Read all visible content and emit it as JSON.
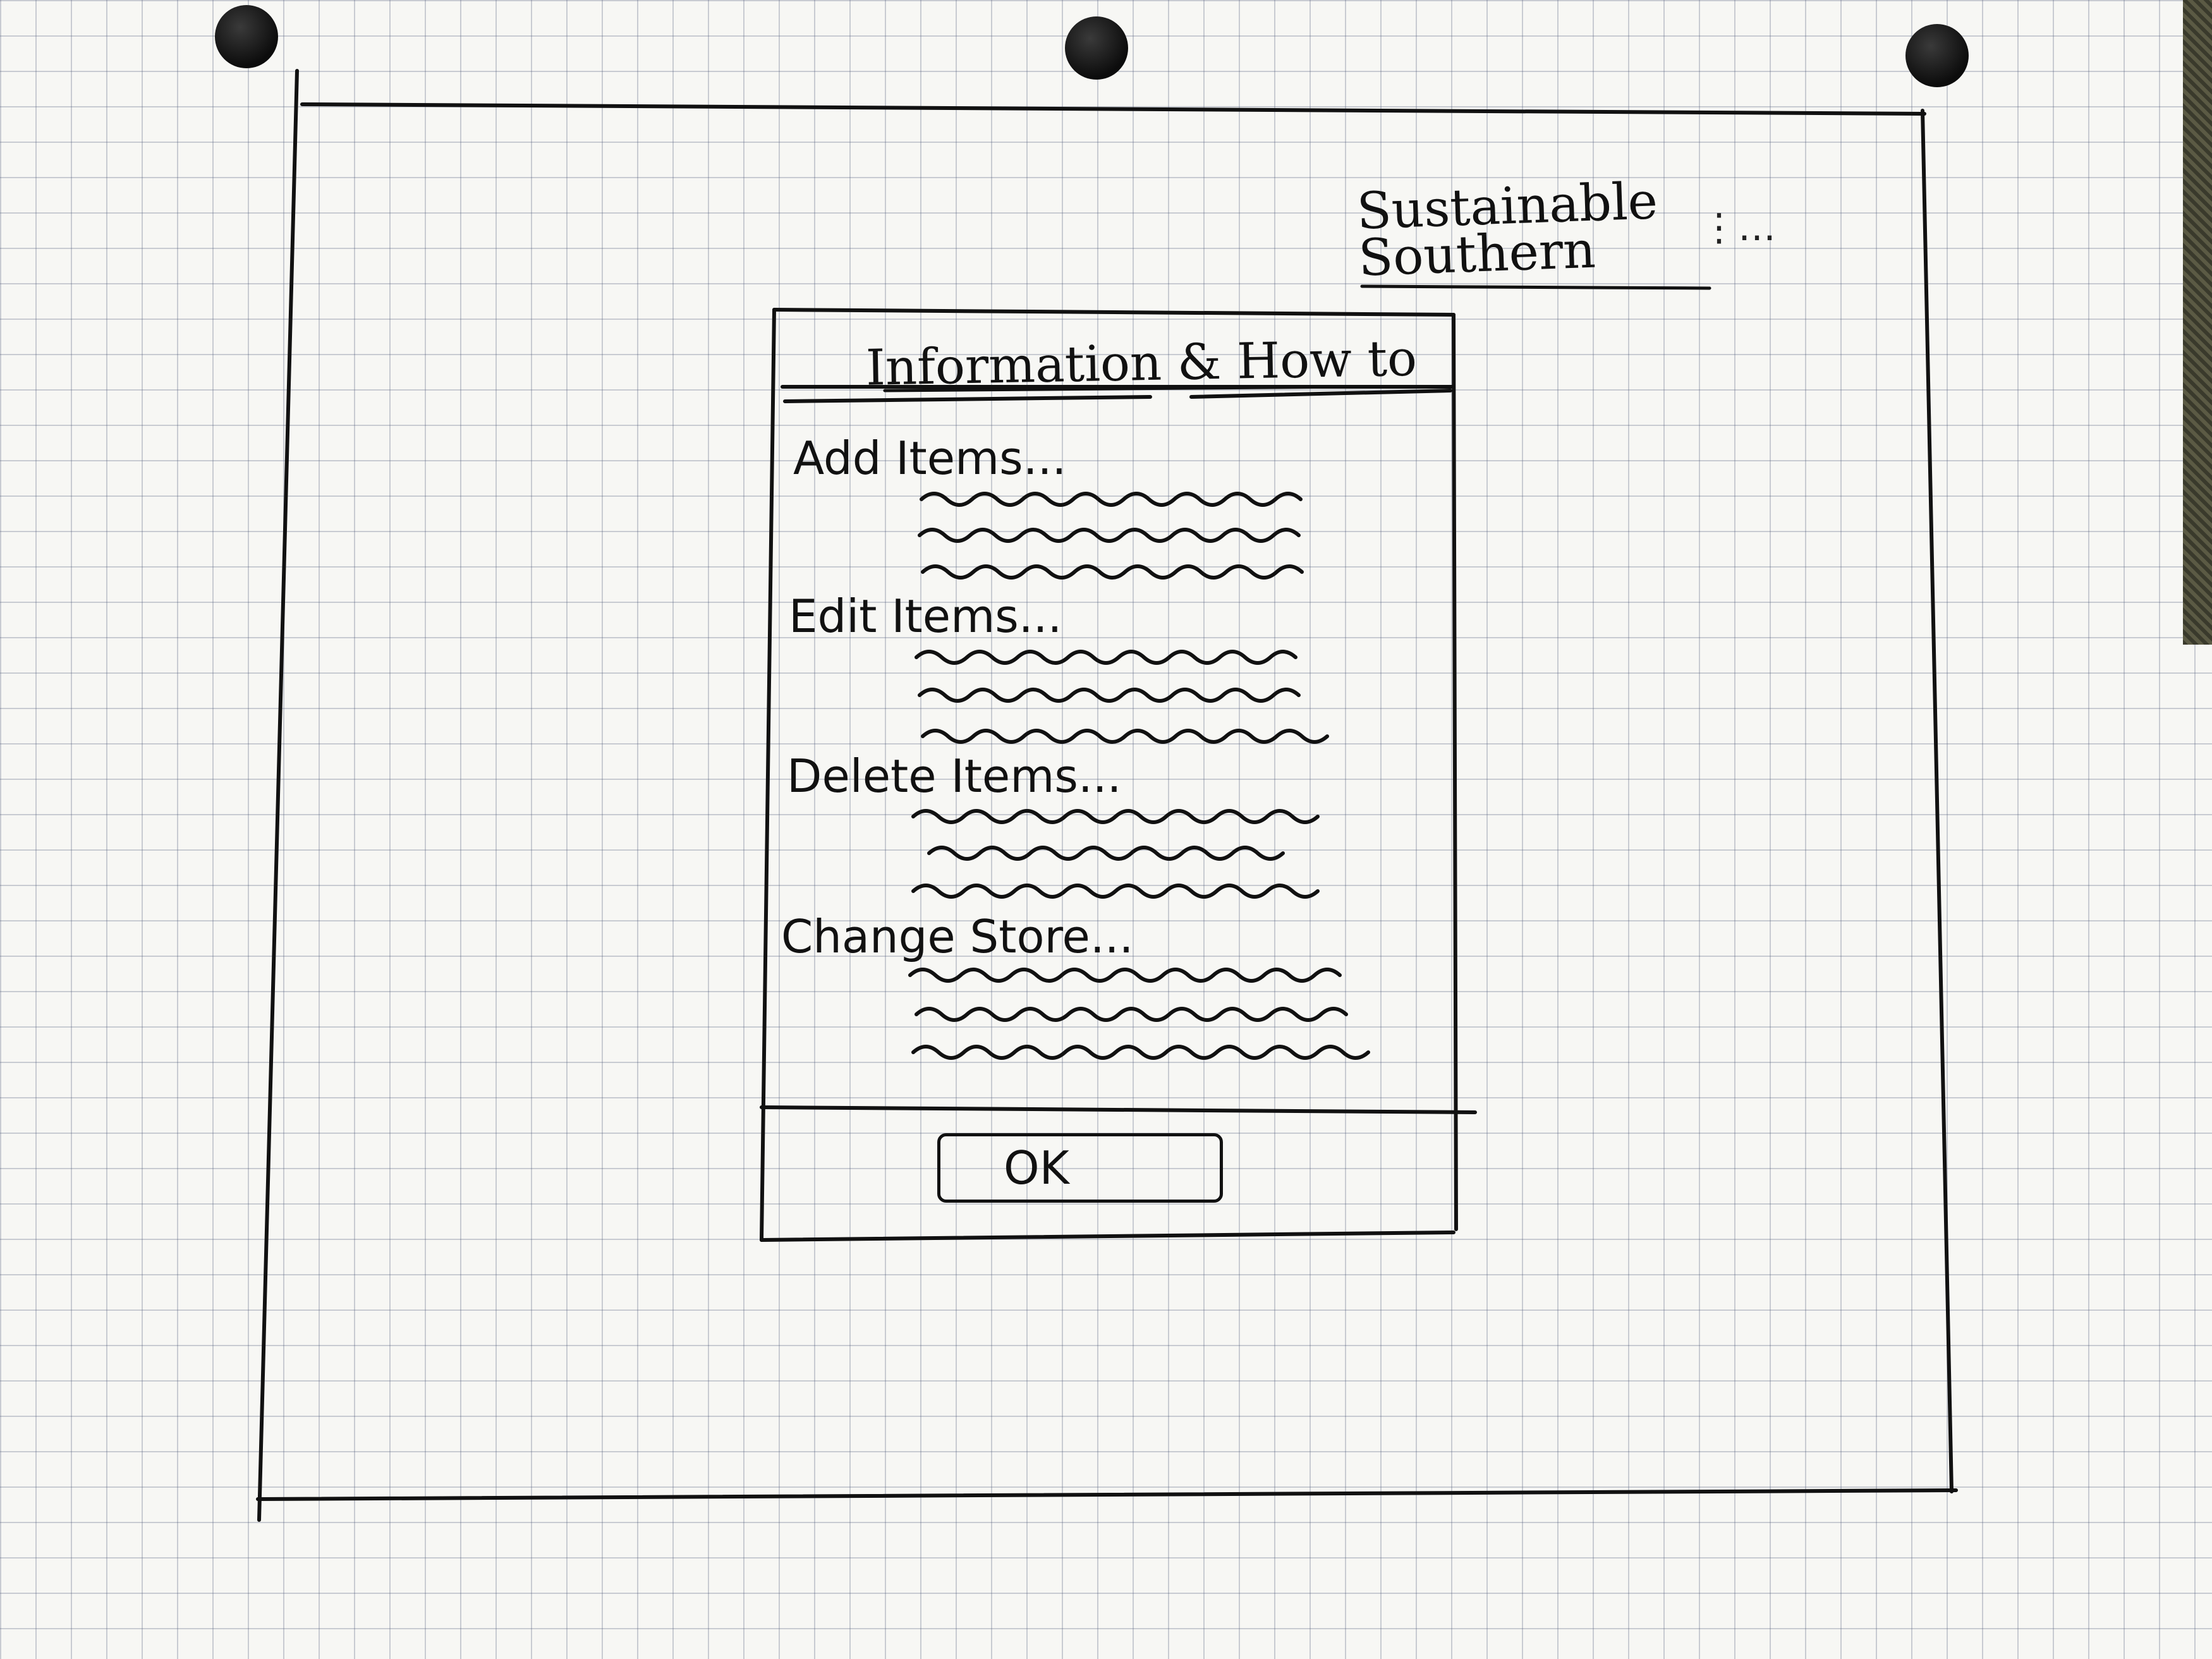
{
  "brand": {
    "line1": "Sustainable",
    "line2": "Southern",
    "trailing": "⋮…"
  },
  "dialog": {
    "title": "Information & How to",
    "sections": [
      {
        "heading": "Add Items..."
      },
      {
        "heading": "Edit Items..."
      },
      {
        "heading": "Delete Items..."
      },
      {
        "heading": "Change Store..."
      }
    ],
    "ok_label": "OK"
  }
}
